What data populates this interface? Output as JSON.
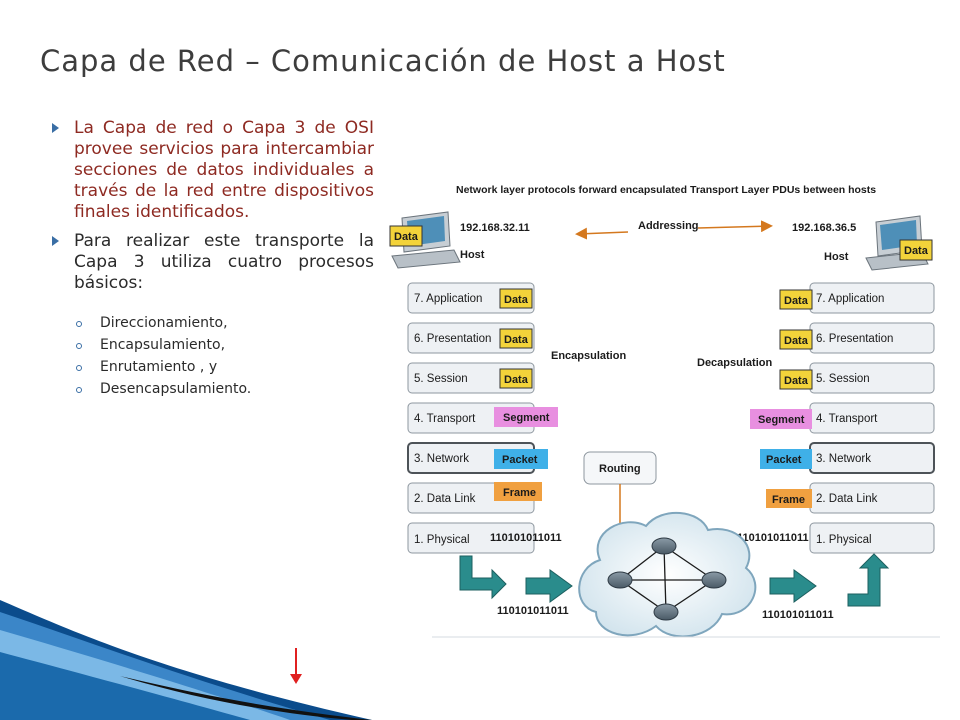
{
  "slide": {
    "title": "Capa de Red – Comunicación de Host a Host",
    "bullets": [
      "La Capa de red o Capa 3 de OSI provee servicios para intercambiar secciones de datos individuales a través de la red entre dispositivos finales identificados.",
      "Para realizar este transporte la Capa 3 utiliza cuatro procesos básicos:"
    ],
    "subitems": [
      "Direccionamiento,",
      "Encapsulamiento,",
      "Enrutamiento , y",
      "Desencapsulamiento."
    ]
  },
  "diagram": {
    "caption": "Network layer protocols forward encapsulated Transport Layer PDUs between hosts",
    "addressing": "Addressing",
    "left_host": {
      "ip": "192.168.32.11",
      "label": "Host",
      "data": "Data"
    },
    "right_host": {
      "ip": "192.168.36.5",
      "label": "Host",
      "data": "Data"
    },
    "layers": [
      "7. Application",
      "6. Presentation",
      "5. Session",
      "4. Transport",
      "3. Network",
      "2. Data Link",
      "1. Physical"
    ],
    "pdus": [
      "Data",
      "Data",
      "Data",
      "Segment",
      "Packet",
      "Frame"
    ],
    "encapsulation": "Encapsulation",
    "decapsulation": "Decapsulation",
    "routing": "Routing",
    "bits": "110101011011"
  },
  "colors": {
    "segment": "#e88fe0",
    "packet": "#3fb0e8",
    "frame": "#f0a040",
    "data_box": "#f3d33a",
    "layer_bg": "#eef1f4",
    "arrow_teal": "#2a8c8c"
  }
}
